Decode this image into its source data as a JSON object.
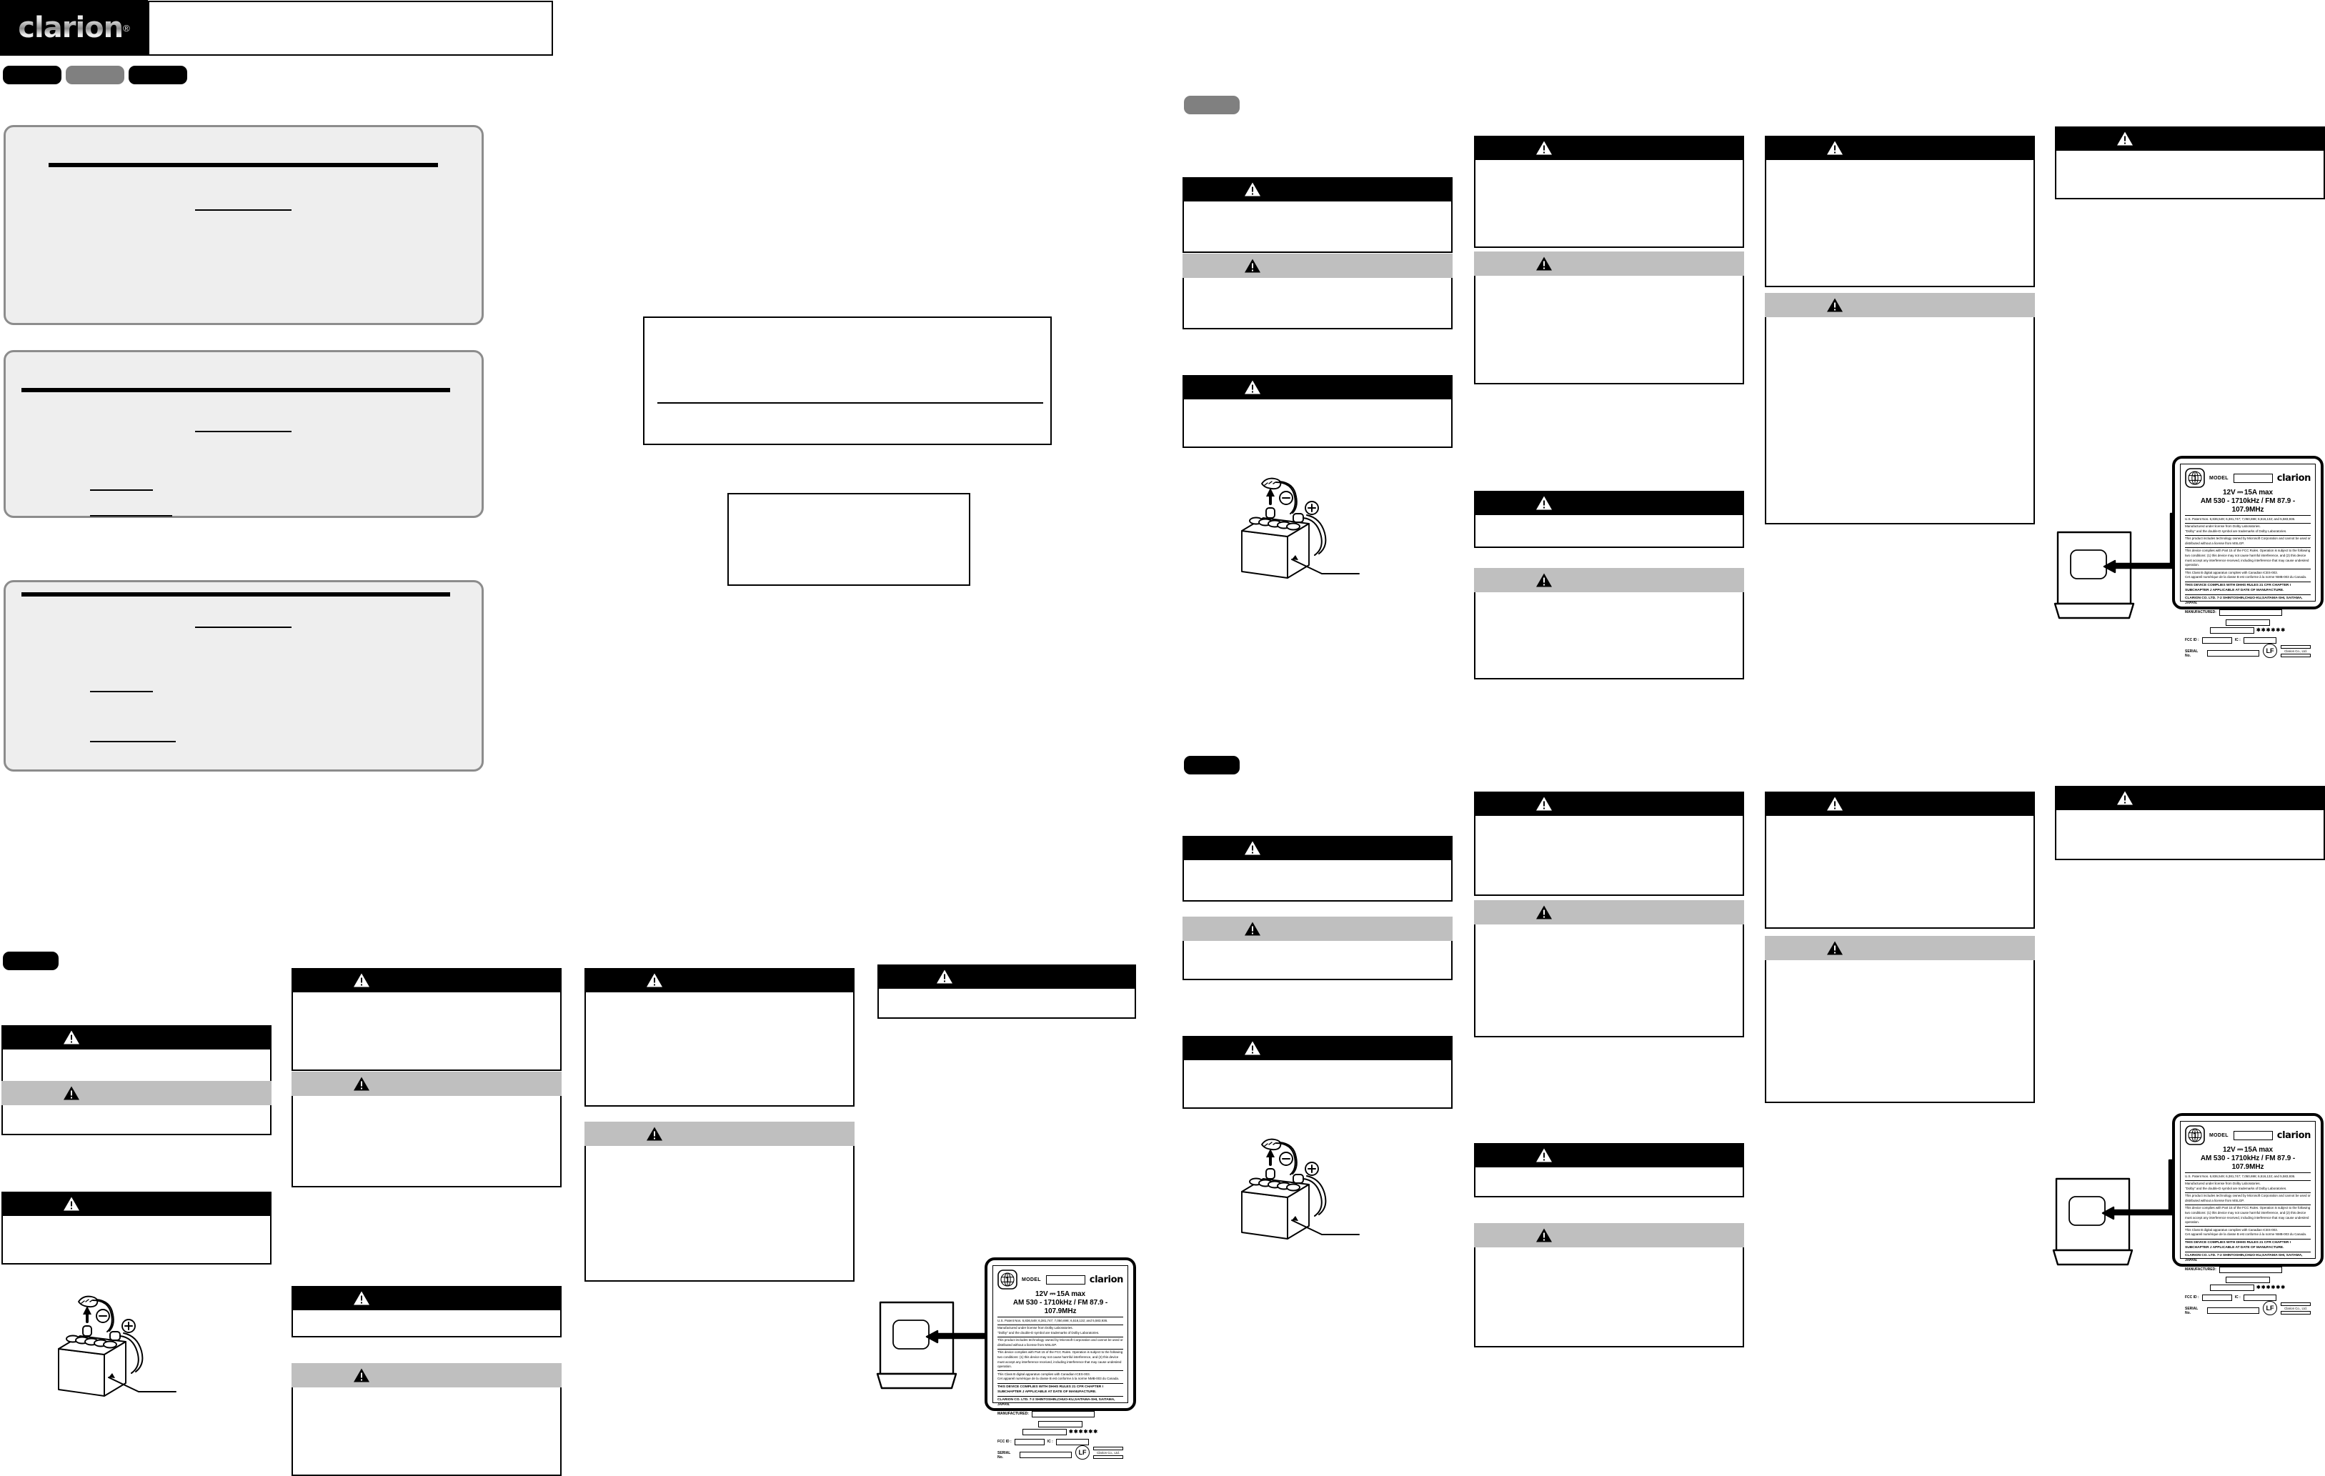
{
  "brand": {
    "name": "clarion",
    "registered_mark": "®"
  },
  "language_tabs": [
    {
      "name": "tab-1",
      "color": "#000000",
      "label": ""
    },
    {
      "name": "tab-2",
      "color": "#808080",
      "label": ""
    },
    {
      "name": "tab-3",
      "color": "#000000",
      "label": ""
    }
  ],
  "section_tabs": {
    "mid_left": {
      "color": "#000000",
      "label": ""
    },
    "top_right": {
      "color": "#808080",
      "label": ""
    },
    "bottom_right": {
      "color": "#000000",
      "label": ""
    }
  },
  "warning_icon": "warning-triangle-icon",
  "box_types": {
    "warning": {
      "header_color": "#000000",
      "label": ""
    },
    "caution": {
      "header_color": "#bfbfbf",
      "label": ""
    }
  },
  "battery_illustration": {
    "name": "car-battery-disconnect-illustration",
    "negative_terminal": "⊖",
    "positive_terminal": "⊕"
  },
  "chassis_illustration": {
    "name": "head-unit-chassis-illustration"
  },
  "product_label": {
    "class_symbol": "1",
    "model_caption": "MODEL",
    "model_value": "",
    "brand": "clarion",
    "power_line_1": "12V",
    "dc_symbol": "⎓",
    "power_line_2": "15A max",
    "tuner_range": "AM 530 - 1710kHz / FM 87.9 - 107.9MHz",
    "paragraphs": [
      "U.S. Patent Nos. 6,836,549; 6,381,747; 7,050,698; 6,516,132; and 5,583,936.",
      "Manufactured under license from Dolby Laboratories.\n\"Dolby\" and the double-D symbol are trademarks of Dolby Laboratories.",
      "This product includes technology owned by Microsoft Corporation and cannot be used or distributed without a license from MSLGP.",
      "This device complies with Part 15 of the FCC Rules.  Operation is subject to the following two conditions:  (1) this device may not cause harmful interference, and (2) this device must accept any interference received, including interference that may cause undesired operation.",
      "This Class B digital apparatus complies with Canadian ICES-003.\nCet appareil numérique de la classe B est conforme à la norme NMB-003 du Canada."
    ],
    "bold_paragraphs": [
      "THIS DEVICE COMPLIES WITH DHHS RULES 21 CFR CHAPTER I SUBCHAPTER J APPLICABLE AT DATE OF MANUFACTURE.",
      "CLARION  CO. LTD.     7-2 SHINTOSHIN,CHUO-KU,SAITAMA-SHI, SAITAMA, JAPAN."
    ],
    "manufactured_caption": "MANUFACTURED:",
    "manufactured_value": "",
    "stars": "✱✱✱✱✱✱",
    "fcc_id_caption": "FCC ID :",
    "fcc_id_value": "",
    "ic_caption": "IC :",
    "ic_value": "",
    "serial_caption": "SERIAL No.",
    "serial_value": "",
    "lead_free_badge": "LF",
    "company": "Clarion Co., Ltd."
  }
}
